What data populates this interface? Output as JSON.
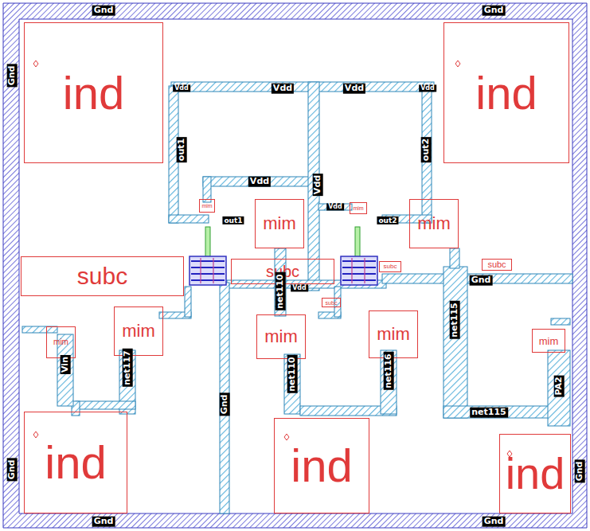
{
  "diagram": {
    "nodes": [
      {
        "text": [
          "ind"
        ]
      },
      {
        "text": [
          "ind"
        ]
      },
      {
        "text": [
          "mim"
        ]
      },
      {
        "text": [
          "mim"
        ]
      },
      {
        "text": [
          "mim"
        ]
      },
      {
        "text": [
          "mim"
        ]
      },
      {
        "text": [
          "subc"
        ]
      },
      {
        "text": [
          "subc"
        ]
      },
      {
        "text": [
          "subc"
        ]
      },
      {
        "text": [
          "subc"
        ]
      },
      {
        "text": [
          "subc"
        ]
      },
      {
        "text": [
          "mim"
        ]
      },
      {
        "text": [
          "mim"
        ]
      },
      {
        "text": [
          "mim"
        ]
      },
      {
        "text": [
          "mim"
        ]
      },
      {
        "text": [
          "mim"
        ]
      },
      {
        "text": [
          "ind"
        ]
      },
      {
        "text": [
          "ind"
        ]
      },
      {
        "text": [
          "ind"
        ]
      }
    ],
    "labels": [
      "Gnd",
      "Gnd",
      "Gnd",
      "Gnd",
      "Gnd",
      "Gnd",
      "Gnd",
      "Vdd",
      "Vdd",
      "Vdd",
      "Vdd",
      "Vdd",
      "Vdd",
      "Vdd",
      "out1",
      "out1",
      "out2",
      "out2",
      "Gnd",
      "Vdd",
      "net110",
      "net115",
      "net115",
      "Vin",
      "net117",
      "Gnd",
      "net110",
      "net116",
      "PA2"
    ]
  }
}
